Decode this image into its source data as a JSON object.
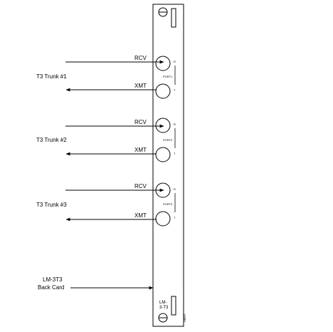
{
  "labels": {
    "rcv": "RCV",
    "xmt": "XMT",
    "trunk1": "T3 Trunk #1",
    "trunk2": "T3 Trunk #2",
    "trunk3": "T3 Trunk #3",
    "card_line1": "LM-3T3",
    "card_line2": "Back Card",
    "card_model_line1": "LM-",
    "card_model_line2": "3-T3",
    "figure_id": "H8697",
    "port1": "PORT1",
    "port2": "PORT2",
    "port3": "PORT3",
    "r": "R",
    "t": "T"
  },
  "colors": {
    "line": "#000000",
    "background": "#ffffff"
  }
}
